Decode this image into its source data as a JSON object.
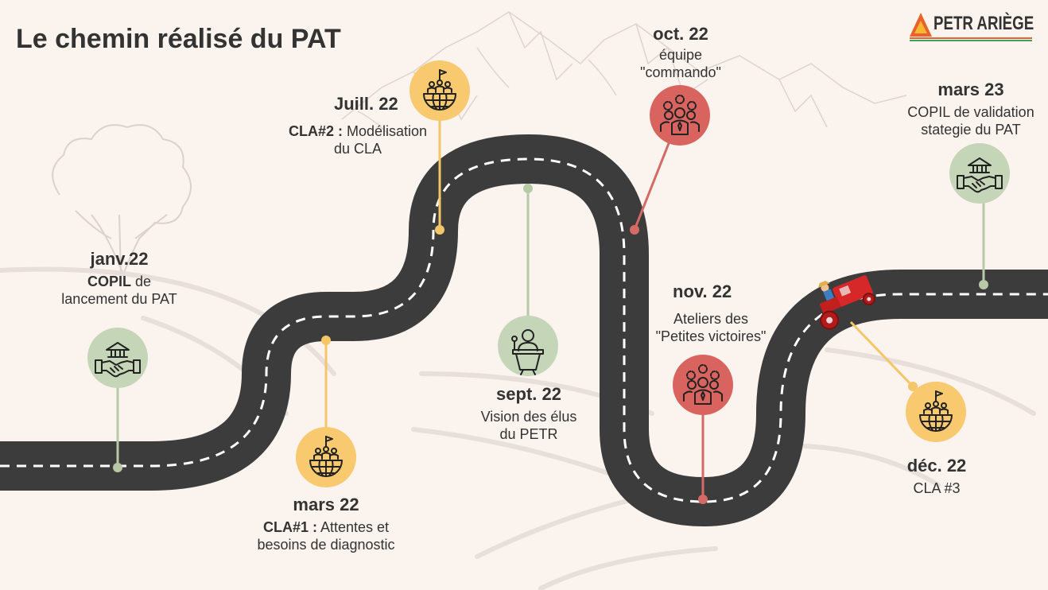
{
  "title": "Le chemin réalisé du PAT",
  "logo": {
    "text": "PETR ARIÈGE"
  },
  "colors": {
    "background": "#faf3ee",
    "road": "#3c3c3c",
    "road_dash": "#ffffff",
    "green": "#c5d5b7",
    "green_line": "#b8c9a8",
    "yellow": "#f8c96e",
    "yellow_line": "#f5c56a",
    "red": "#d9645f",
    "red_line": "#d46a66",
    "logo_orange": "#e8632b",
    "logo_green": "#3aa06a"
  },
  "milestones": [
    {
      "id": "janv22",
      "date": "janv.22",
      "bold": "COPIL",
      "desc1": " de",
      "desc2": "lancement du PAT",
      "icon": "handshake-institution-icon",
      "color": "green"
    },
    {
      "id": "mars22",
      "date": "mars 22",
      "bold": "CLA#1 :",
      "desc1": " Attentes et",
      "desc2": "besoins de diagnostic",
      "icon": "community-globe-icon",
      "color": "yellow"
    },
    {
      "id": "juill22",
      "date": "Juill. 22",
      "bold": "CLA#2 :",
      "desc1": " Modélisation",
      "desc2": "du CLA",
      "icon": "community-globe-icon",
      "color": "yellow"
    },
    {
      "id": "sept22",
      "date": "sept. 22",
      "bold": "",
      "desc1": "Vision des élus",
      "desc2": "du PETR",
      "icon": "speaker-podium-icon",
      "color": "green"
    },
    {
      "id": "oct22",
      "date": "oct. 22",
      "bold": "",
      "desc1": "équipe",
      "desc2": "\"commando\"",
      "icon": "team-gears-icon",
      "color": "red"
    },
    {
      "id": "nov22",
      "date": "nov. 22",
      "bold": "",
      "desc1": "Ateliers des",
      "desc2": "\"Petites victoires\"",
      "icon": "team-gears-icon",
      "color": "red"
    },
    {
      "id": "dec22",
      "date": "déc. 22",
      "bold": "",
      "desc1": "CLA #3",
      "desc2": "",
      "icon": "community-globe-icon",
      "color": "yellow"
    },
    {
      "id": "mars23",
      "date": "mars 23",
      "bold": "",
      "desc1": "COPIL de validation",
      "desc2": "stategie du PAT",
      "icon": "handshake-institution-icon",
      "color": "green"
    }
  ]
}
